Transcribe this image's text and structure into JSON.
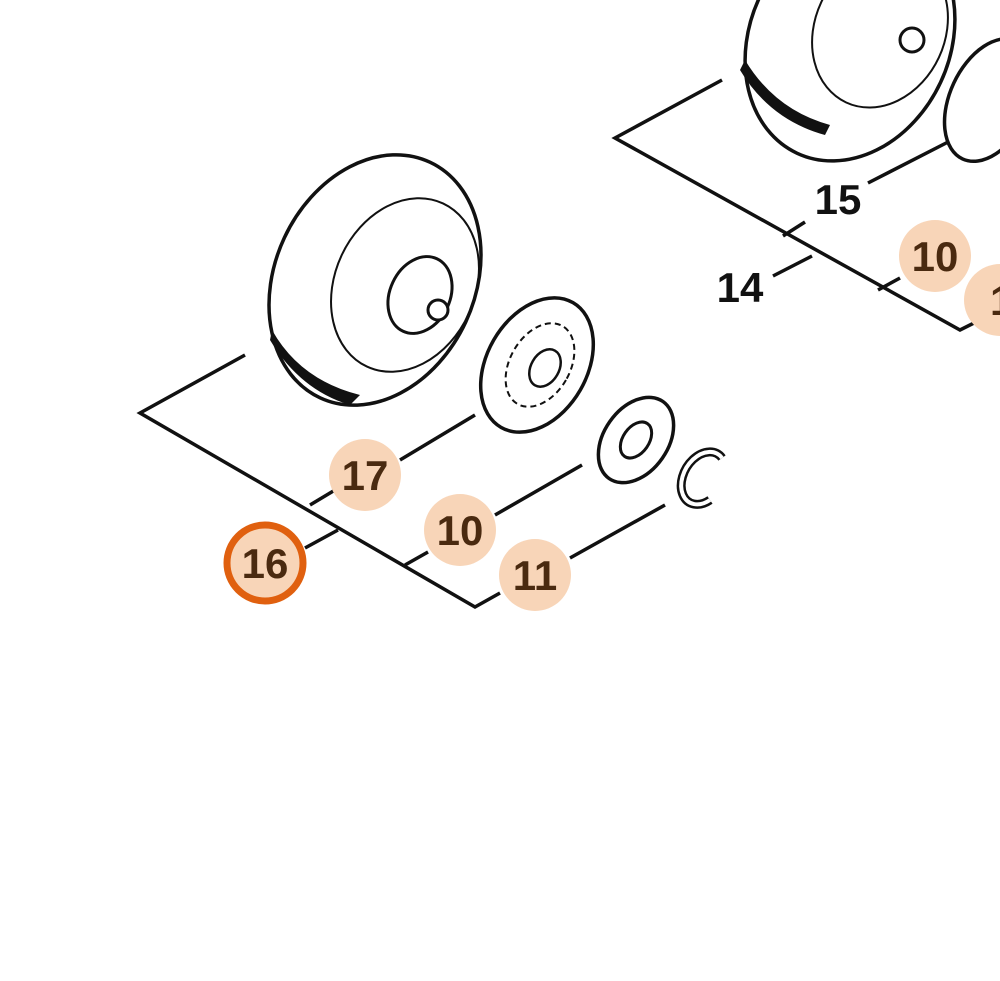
{
  "colors": {
    "callout_fill": "#f8d5b8",
    "callout_text": "#4a2a10",
    "highlight_ring": "#e0600f",
    "line": "#111111"
  },
  "callouts": [
    {
      "id": "c17",
      "text": "17",
      "style": "filled"
    },
    {
      "id": "c16",
      "text": "16",
      "style": "highlighted"
    },
    {
      "id": "c10a",
      "text": "10",
      "style": "filled"
    },
    {
      "id": "c11",
      "text": "11",
      "style": "filled"
    },
    {
      "id": "c15",
      "text": "15",
      "style": "plain"
    },
    {
      "id": "c14",
      "text": "14",
      "style": "plain"
    },
    {
      "id": "c10b",
      "text": "10",
      "style": "filled"
    },
    {
      "id": "c1x",
      "text": "1",
      "style": "filled"
    }
  ]
}
